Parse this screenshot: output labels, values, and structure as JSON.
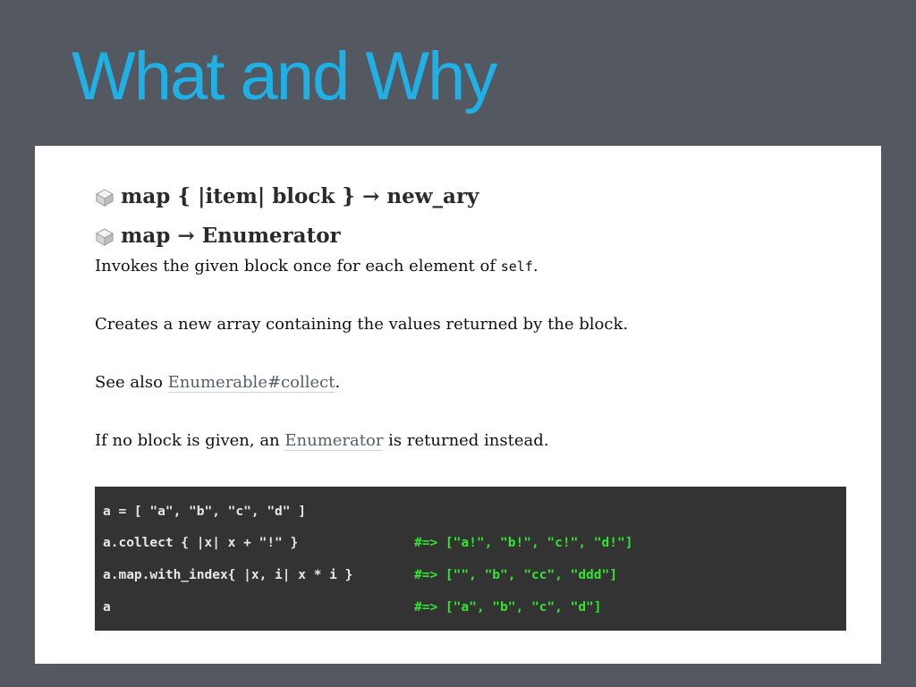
{
  "slide": {
    "title": "What and Why"
  },
  "doc": {
    "signatures": [
      {
        "text": "map { |item| block } → new_ary"
      },
      {
        "text": "map → Enumerator"
      }
    ],
    "paragraphs": {
      "p1_prefix": "Invokes the given block once for each element of ",
      "p1_code": "self",
      "p1_suffix": ".",
      "p2": "Creates a new array containing the values returned by the block.",
      "p3_prefix": "See also ",
      "p3_link": "Enumerable#collect",
      "p3_suffix": ".",
      "p4_prefix": "If no block is given, an ",
      "p4_link": "Enumerator",
      "p4_suffix": " is returned instead."
    },
    "code": [
      {
        "src": "a = [ \"a\", \"b\", \"c\", \"d\" ]",
        "result": ""
      },
      {
        "src": "a.collect { |x| x + \"!\" }",
        "result": "#=> [\"a!\", \"b!\", \"c!\", \"d!\"]"
      },
      {
        "src": "a.map.with_index{ |x, i| x * i }",
        "result": "#=> [\"\", \"b\", \"cc\", \"ddd\"]"
      },
      {
        "src": "a",
        "result": "#=> [\"a\", \"b\", \"c\", \"d\"]"
      }
    ]
  },
  "colors": {
    "background": "#545861",
    "title": "#1fb0e6",
    "code_background": "#333333",
    "code_result": "#2ee82e"
  }
}
